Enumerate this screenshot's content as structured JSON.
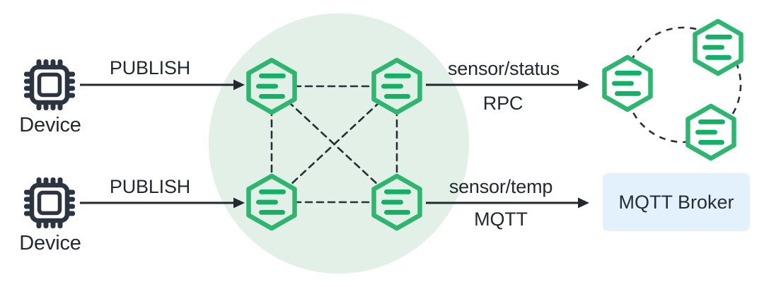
{
  "colors": {
    "node_green_stroke": "#2eb670",
    "node_green_bars": "#12b167",
    "cluster_circle_bg": "#e2f0e8",
    "broker_box_bg": "#e2f1fb",
    "device_icon_dark": "#2b3440",
    "text_and_arrows": "#23292f"
  },
  "left_column": {
    "devices": [
      {
        "label": "Device",
        "icon": "chip-icon"
      },
      {
        "label": "Device",
        "icon": "chip-icon"
      }
    ]
  },
  "arrows": {
    "publish_top": {
      "label": "PUBLISH"
    },
    "publish_bottom": {
      "label": "PUBLISH"
    },
    "route_top": {
      "topic": "sensor/status",
      "protocol": "RPC"
    },
    "route_bottom": {
      "topic": "sensor/temp",
      "protocol": "MQTT"
    }
  },
  "cluster": {
    "node_icon": "hexagon-node-icon",
    "node_count": 4,
    "mesh_links": 6
  },
  "leaf_cluster": {
    "node_icon": "hexagon-node-icon",
    "node_count": 3
  },
  "broker": {
    "label": "MQTT Broker"
  }
}
